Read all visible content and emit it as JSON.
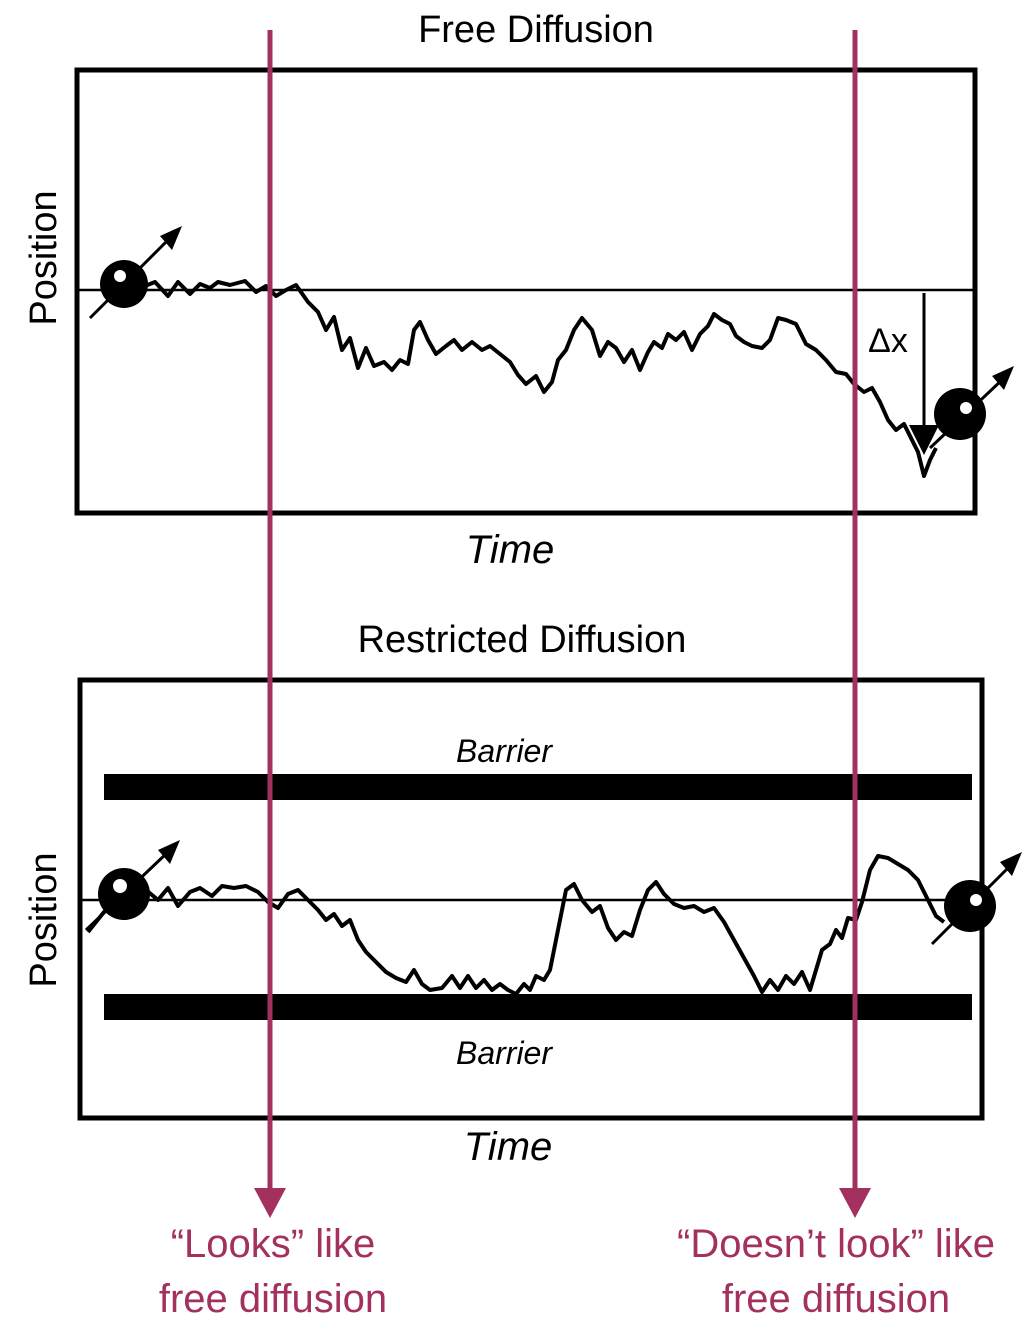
{
  "free_panel": {
    "title": "Free Diffusion",
    "ylabel": "Position",
    "xlabel": "Time",
    "delta_label": "Δx"
  },
  "restricted_panel": {
    "title": "Restricted Diffusion",
    "ylabel": "Position",
    "xlabel": "Time",
    "barrier_top_label": "Barrier",
    "barrier_bottom_label": "Barrier"
  },
  "annotations": {
    "left_caption_line1": "“Looks” like",
    "left_caption_line2": "free diffusion",
    "right_caption_line1": "“Doesn’t look” like",
    "right_caption_line2": "free diffusion",
    "color": "#a3305e"
  },
  "icons": [
    "spin-particle-icon",
    "arrow-down-icon"
  ]
}
